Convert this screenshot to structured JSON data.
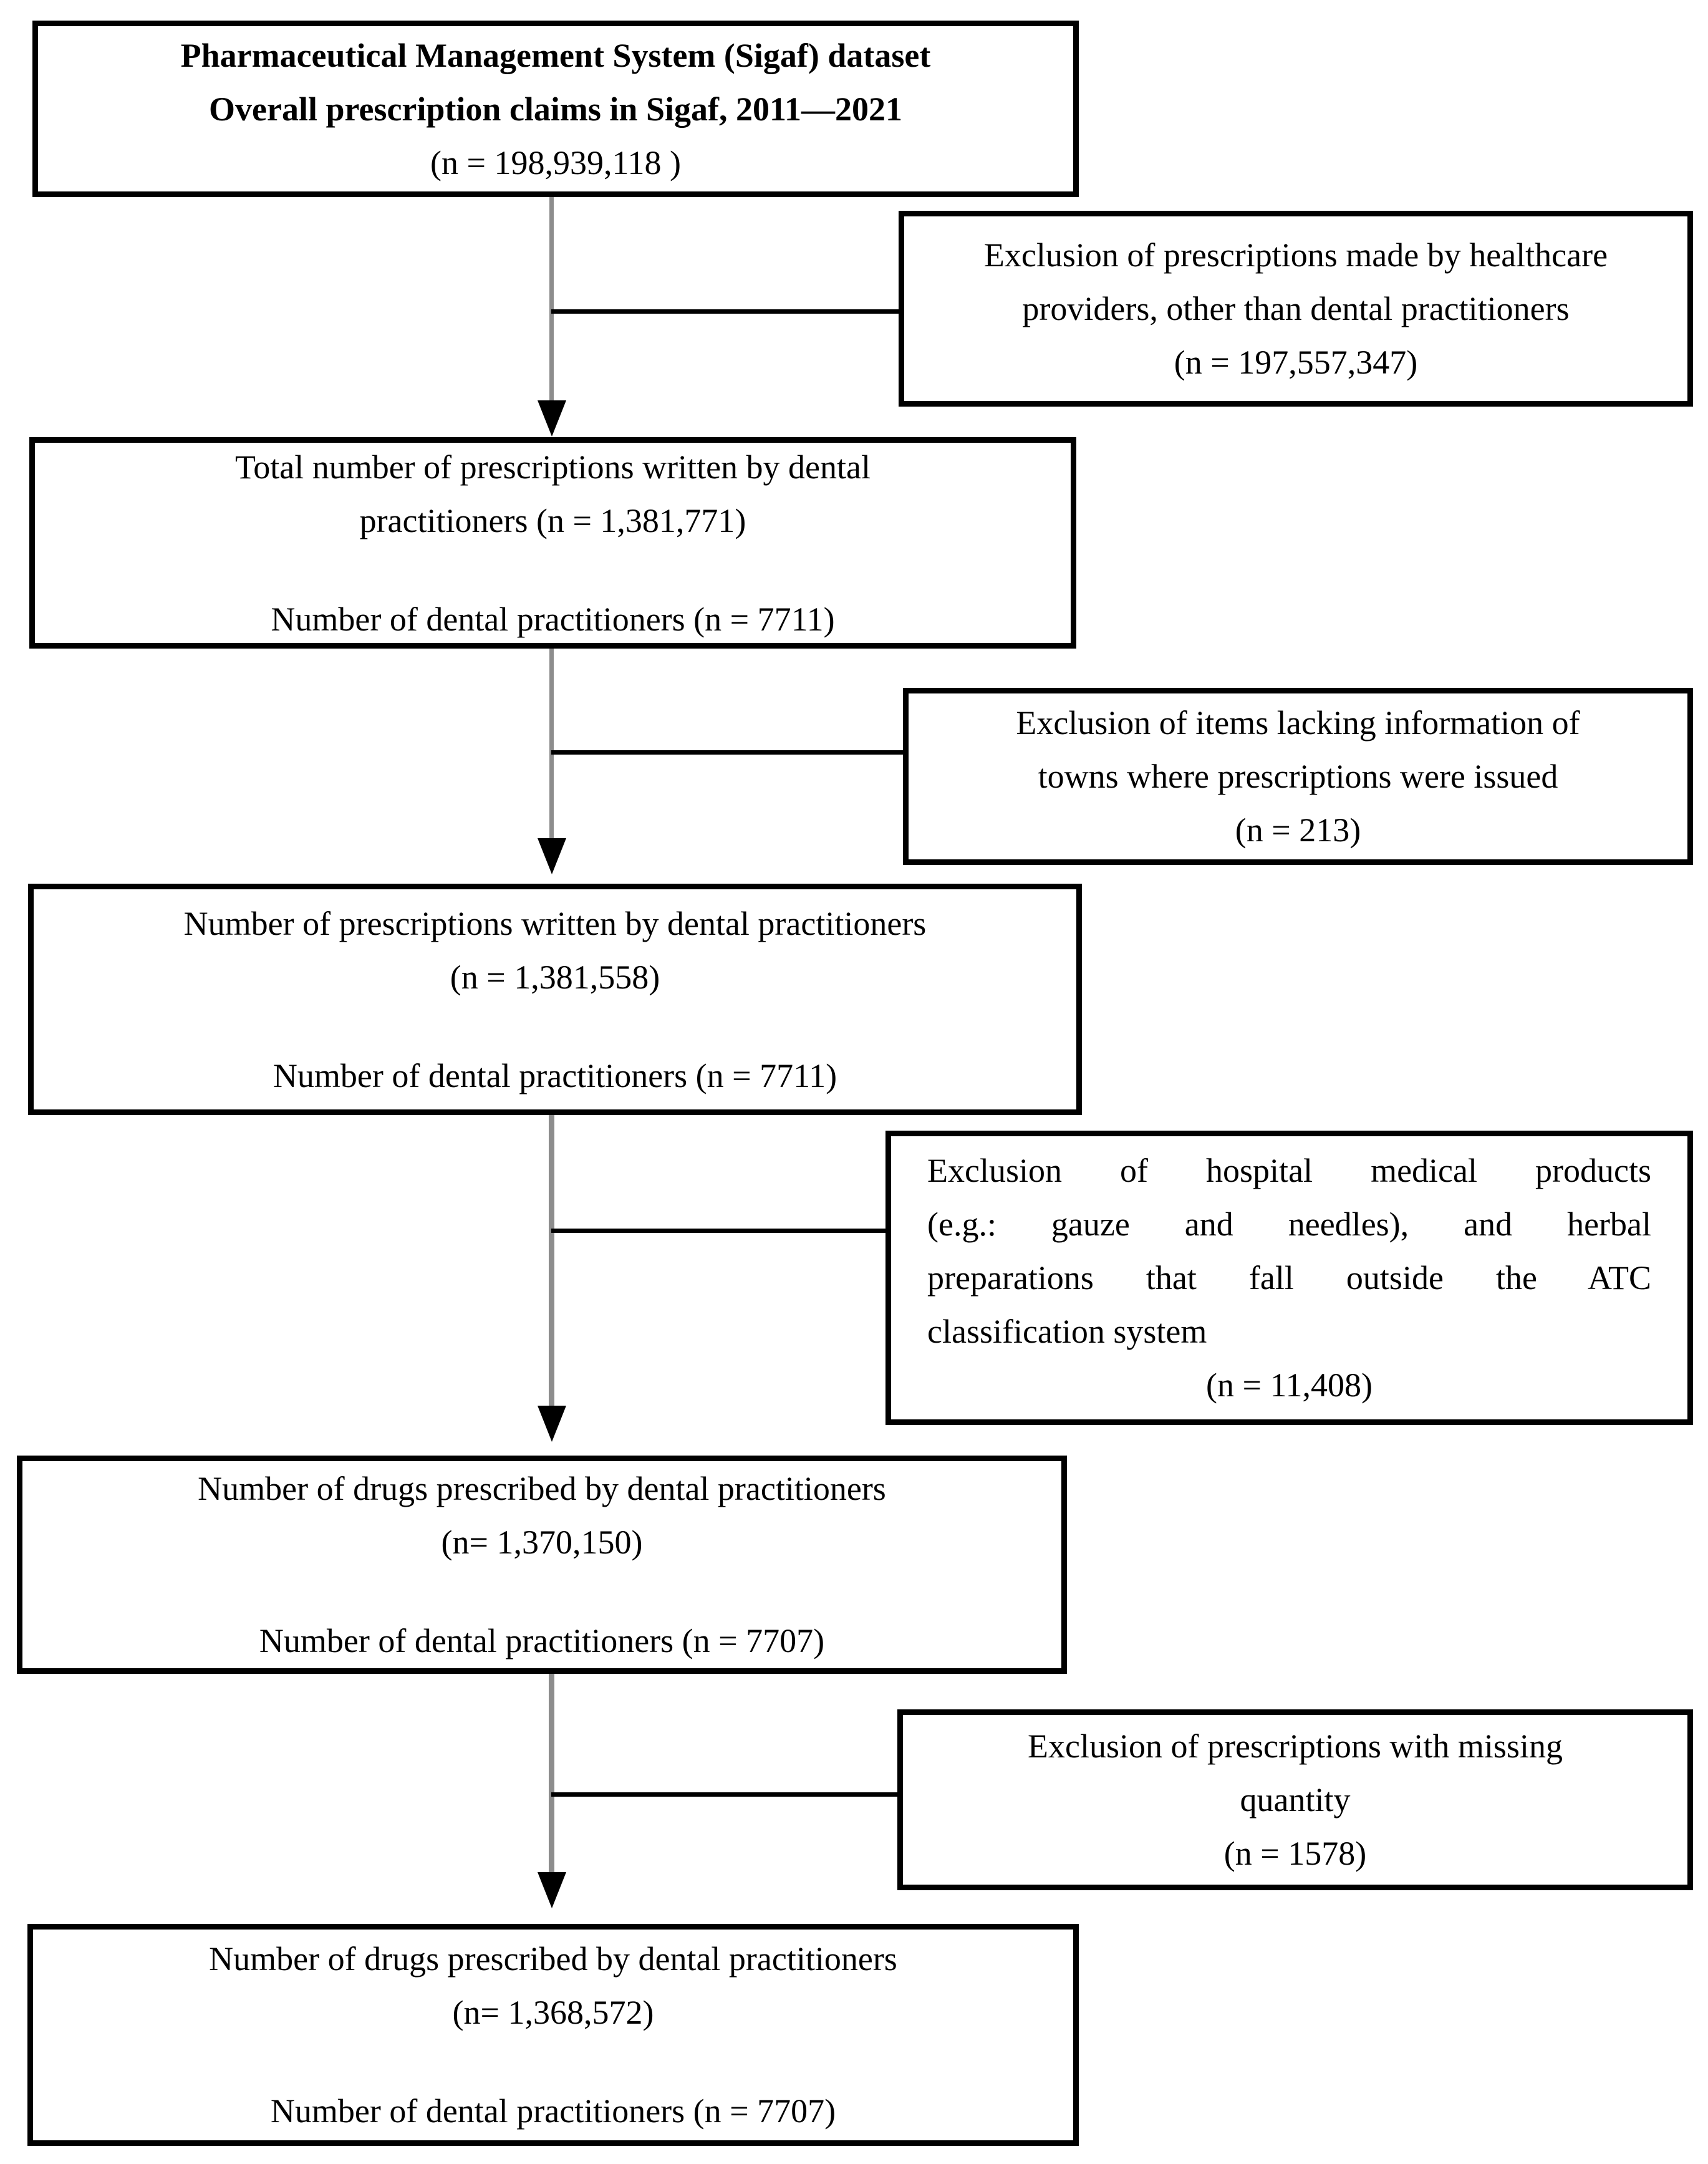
{
  "figure": {
    "type": "flow-diagram",
    "background_color": "#ffffff",
    "box_border_color": "#000000",
    "connector_gray_color": "#8d8d8d",
    "arrow_color": "#000000"
  },
  "flow": {
    "box1": {
      "lines": [
        "Pharmaceutical Management System (Sigaf) dataset",
        "Overall prescription claims in Sigaf, 2011—2021",
        "(n = 198,939,118 )"
      ]
    },
    "ex1": {
      "lines": [
        "Exclusion of prescriptions made by healthcare",
        "providers, other than dental practitioners",
        "(n = 197,557,347)"
      ]
    },
    "box2": {
      "lines": [
        "Total number of prescriptions written by dental",
        "practitioners (n = 1,381,771)",
        "Number of dental practitioners (n = 7711)"
      ]
    },
    "ex2": {
      "lines": [
        "Exclusion of items lacking information of",
        "towns where prescriptions were issued",
        "(n = 213)"
      ]
    },
    "box3": {
      "lines": [
        "Number of prescriptions written by dental practitioners",
        "(n = 1,381,558)",
        "Number of dental practitioners (n = 7711)"
      ]
    },
    "ex3": {
      "lines": [
        "Exclusion of hospital medical products",
        "(e.g.:  gauze and needles), and herbal",
        "preparations that fall outside the ATC",
        "classification system",
        "(n = 11,408)"
      ]
    },
    "box4": {
      "lines": [
        "Number of drugs prescribed  by dental practitioners",
        "(n= 1,370,150)",
        "Number of dental practitioners (n = 7707)"
      ]
    },
    "ex4": {
      "lines": [
        "Exclusion of prescriptions with missing",
        "quantity",
        "(n = 1578)"
      ]
    },
    "box5": {
      "lines": [
        "Number of drugs prescribed  by dental practitioners",
        "(n= 1,368,572)",
        "Number of dental practitioners (n = 7707)"
      ]
    }
  }
}
